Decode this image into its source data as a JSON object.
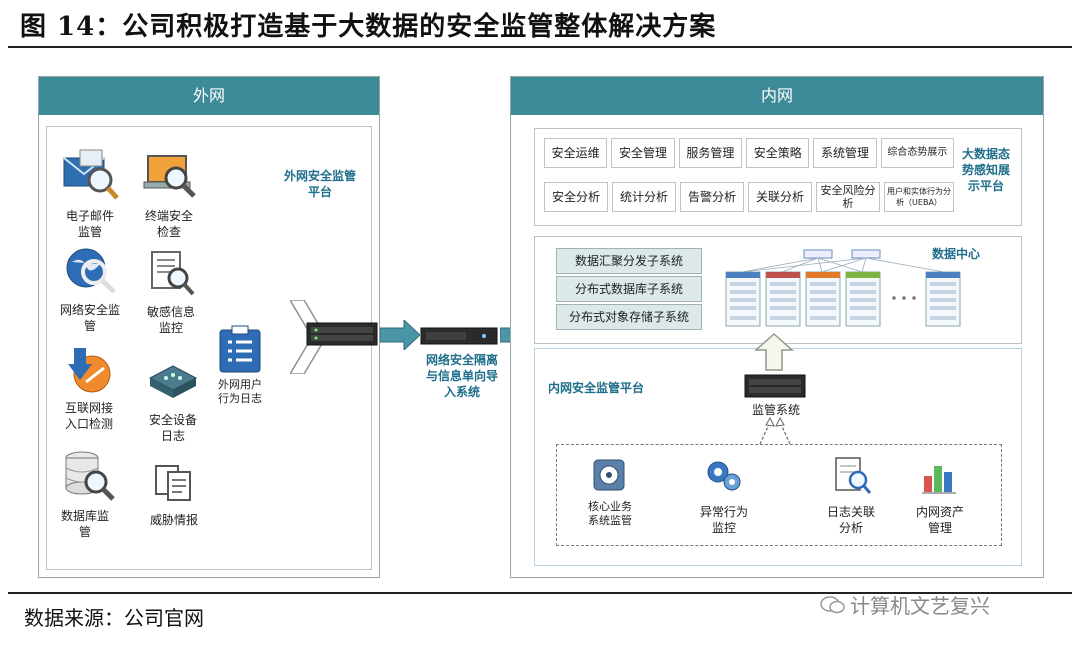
{
  "figure_title": "图 14：公司积极打造基于大数据的安全监管整体解决方案",
  "footer_source": "数据来源：公司官网",
  "watermark": "计算机文艺复兴",
  "colors": {
    "header_teal": "#3d8a98",
    "label_blue": "#1f6f8b",
    "arrow_teal": "#4a96a6"
  },
  "outer_network": {
    "header": "外网",
    "platform_label": "外网安全监管平台",
    "items": [
      {
        "label": "电子邮件监管",
        "icon": "email-magnifier-icon"
      },
      {
        "label": "终端安全检查",
        "icon": "laptop-magnifier-icon"
      },
      {
        "label": "网络安全监管",
        "icon": "globe-magnifier-icon"
      },
      {
        "label": "敏感信息监控",
        "icon": "document-magnifier-icon"
      },
      {
        "label": "互联网接入口检测",
        "icon": "download-arrow-icon"
      },
      {
        "label": "安全设备日志",
        "icon": "network-device-icon"
      },
      {
        "label": "数据库监管",
        "icon": "database-magnifier-icon"
      },
      {
        "label": "威胁情报",
        "icon": "documents-icon"
      }
    ],
    "user_log": {
      "label": "外网用户行为日志",
      "icon": "clipboard-icon"
    }
  },
  "isolation": {
    "label": "网络安全隔离与信息单向导入系统"
  },
  "inner_network": {
    "header": "内网",
    "bigdata_platform_label": "大数据态势感知展示平台",
    "row1": [
      "安全运维",
      "安全管理",
      "服务管理",
      "安全策略",
      "系统管理",
      "综合态势展示"
    ],
    "row2": [
      "安全分析",
      "统计分析",
      "告警分析",
      "关联分析",
      "安全风险分析",
      "用户和实体行为分析（UEBA）"
    ],
    "data_center_label": "数据中心",
    "subsystems": [
      "数据汇聚分发子系统",
      "分布式数据库子系统",
      "分布式对象存储子系统"
    ],
    "platform_label": "内网安全监管平台",
    "monitor_system_label": "监管系统",
    "monitor_items": [
      {
        "label": "核心业务系统监管",
        "icon": "core-system-icon"
      },
      {
        "label": "异常行为监控",
        "icon": "gears-icon"
      },
      {
        "label": "日志关联分析",
        "icon": "log-magnifier-icon"
      },
      {
        "label": "内网资产管理",
        "icon": "bar-chart-icon"
      }
    ]
  }
}
